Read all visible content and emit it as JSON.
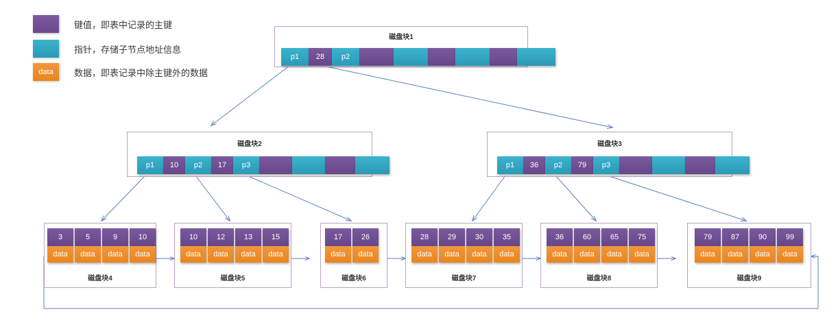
{
  "title": "B+Tree index structure diagram",
  "colors": {
    "key_purple": "#6a4a8c",
    "pointer_cyan": "#2b9ab6",
    "data_orange": "#ea8621",
    "frame_border": "#b9a0cd",
    "arrow": "#5b82b9",
    "background": "#ffffff"
  },
  "legend": {
    "items": [
      {
        "swatch": "key",
        "swatch_label": "",
        "text": "键值，即表中记录的主键"
      },
      {
        "swatch": "pointer",
        "swatch_label": "",
        "text": "指针，存储子节点地址信息"
      },
      {
        "swatch": "data",
        "swatch_label": "data",
        "text": "数据，即表记录中除主键外的数据"
      }
    ]
  },
  "nodes": {
    "root": {
      "title": "磁盘块1",
      "cells": [
        {
          "type": "pointer",
          "label": "p1"
        },
        {
          "type": "key",
          "label": "28"
        },
        {
          "type": "pointer",
          "label": "p2"
        },
        {
          "type": "key",
          "label": ""
        },
        {
          "type": "pointer",
          "label": ""
        },
        {
          "type": "key",
          "label": ""
        },
        {
          "type": "pointer",
          "label": ""
        },
        {
          "type": "key",
          "label": ""
        },
        {
          "type": "pointer",
          "label": ""
        }
      ]
    },
    "internal": [
      {
        "title": "磁盘块2",
        "cells": [
          {
            "type": "pointer",
            "label": "p1"
          },
          {
            "type": "key",
            "label": "10"
          },
          {
            "type": "pointer",
            "label": "p2"
          },
          {
            "type": "key",
            "label": "17"
          },
          {
            "type": "pointer",
            "label": "p3"
          },
          {
            "type": "key",
            "label": ""
          },
          {
            "type": "pointer",
            "label": ""
          },
          {
            "type": "key",
            "label": ""
          },
          {
            "type": "pointer",
            "label": ""
          }
        ]
      },
      {
        "title": "磁盘块3",
        "cells": [
          {
            "type": "pointer",
            "label": "p1"
          },
          {
            "type": "key",
            "label": "36"
          },
          {
            "type": "pointer",
            "label": "p2"
          },
          {
            "type": "key",
            "label": "79"
          },
          {
            "type": "pointer",
            "label": "p3"
          },
          {
            "type": "key",
            "label": ""
          },
          {
            "type": "pointer",
            "label": ""
          },
          {
            "type": "key",
            "label": ""
          },
          {
            "type": "pointer",
            "label": ""
          }
        ]
      }
    ],
    "leaves": [
      {
        "title": "磁盘块4",
        "keys": [
          "3",
          "5",
          "9",
          "10"
        ],
        "data_label": "data"
      },
      {
        "title": "磁盘块5",
        "keys": [
          "10",
          "12",
          "13",
          "15"
        ],
        "data_label": "data"
      },
      {
        "title": "磁盘块6",
        "keys": [
          "17",
          "26"
        ],
        "data_label": "data"
      },
      {
        "title": "磁盘块7",
        "keys": [
          "28",
          "29",
          "30",
          "35"
        ],
        "data_label": "data"
      },
      {
        "title": "磁盘块8",
        "keys": [
          "36",
          "60",
          "65",
          "75"
        ],
        "data_label": "data"
      },
      {
        "title": "磁盘块9",
        "keys": [
          "79",
          "87",
          "90",
          "99"
        ],
        "data_label": "data"
      }
    ]
  }
}
